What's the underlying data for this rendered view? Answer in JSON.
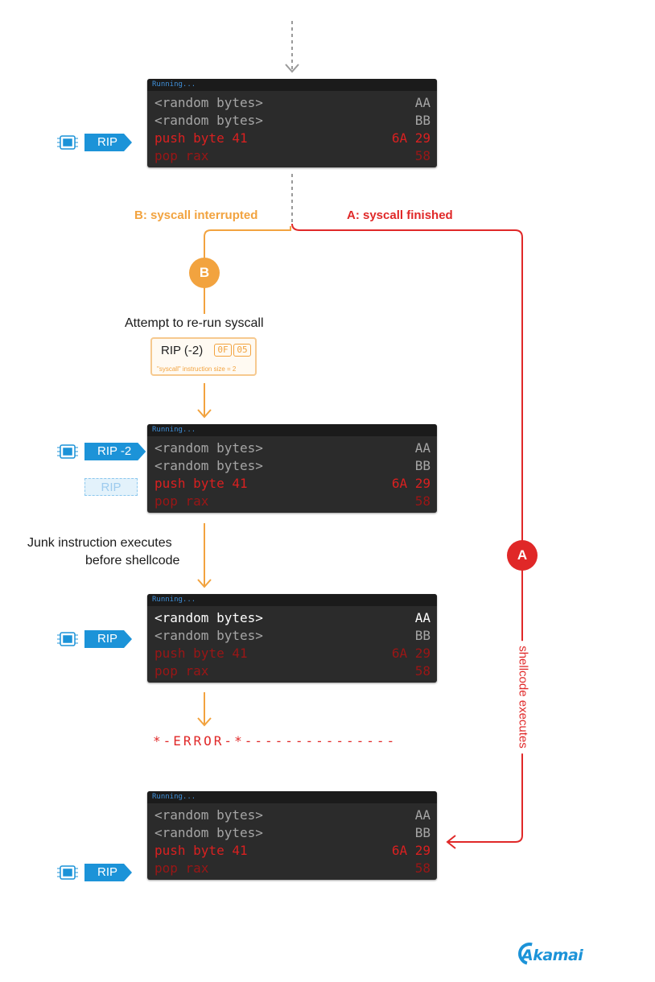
{
  "terminal_header": "Running...",
  "rows": {
    "random1": "<random bytes>",
    "random1_bytes": "AA",
    "random2": "<random bytes>",
    "random2_bytes": "BB",
    "push": "push byte 41",
    "push_bytes": "6A 29",
    "pop": "pop rax",
    "pop_bytes": "58"
  },
  "rip": {
    "label": "RIP",
    "minus2": "RIP -2"
  },
  "branch_b": {
    "label": "B: syscall interrupted",
    "marker": "B"
  },
  "branch_a": {
    "label": "A: syscall finished",
    "marker": "A",
    "side_text": "shellcode executes"
  },
  "attempt_label": "Attempt to re-run syscall",
  "ripbox": {
    "label": "RIP (-2)",
    "byte1": "0F",
    "byte2": "05",
    "note": "\"syscall\" instruction size = 2"
  },
  "junk_line1": "Junk instruction executes",
  "junk_line2": "before shellcode",
  "error_text": "*-ERROR-*---------------",
  "logo": "Akamai",
  "colors": {
    "orange": "#f2a33f",
    "red": "#e02828",
    "blue": "#1c93d8",
    "terminal_bg": "#2b2b2b"
  }
}
